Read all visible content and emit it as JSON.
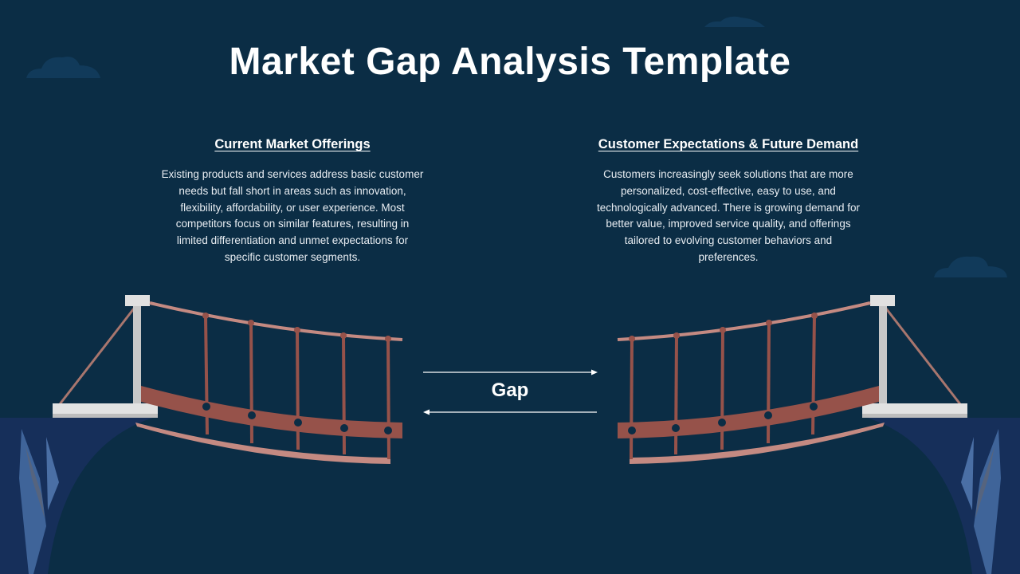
{
  "slide": {
    "title": "Market Gap Analysis Template",
    "left": {
      "heading": "Current Market Offerings",
      "body": "Existing products and services address basic customer needs but fall short in areas such as innovation, flexibility, affordability, or user experience. Most competitors focus on similar features, resulting in limited differentiation and unmet expectations for specific customer segments."
    },
    "right": {
      "heading": "Customer Expectations & Future Demand",
      "body": "Customers increasingly seek solutions that are more personalized, cost-effective, easy to use, and technologically advanced. There is growing demand for better value, improved service quality, and offerings tailored to evolving customer behaviors and preferences."
    },
    "gap_label": "Gap"
  },
  "colors": {
    "background": "#0b2d45",
    "cliff": "#162f5a",
    "rock": "#3f6499",
    "bridge": "#96524a",
    "rope": "#c48a82",
    "post": "#d9d9d9"
  }
}
